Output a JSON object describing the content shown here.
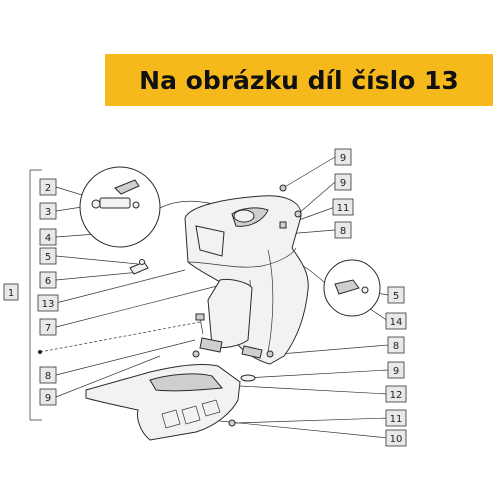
{
  "banner": {
    "text": "Na obrázku díl číslo 13"
  },
  "callouts": {
    "c1": "1",
    "c2": "2",
    "c3": "3",
    "c4": "4",
    "c5a": "5",
    "c6": "6",
    "c13": "13",
    "c7": "7",
    "c8a": "8",
    "c9a": "9",
    "c9b": "9",
    "c9c": "9",
    "c11a": "11",
    "c8b": "8",
    "c5b": "5",
    "c14": "14",
    "c8c": "8",
    "c9d": "9",
    "c12": "12",
    "c11b": "11",
    "c10": "10"
  },
  "colors": {
    "banner": "#f5b91c",
    "callout_fill": "#e9e9e9",
    "line": "#333333"
  }
}
